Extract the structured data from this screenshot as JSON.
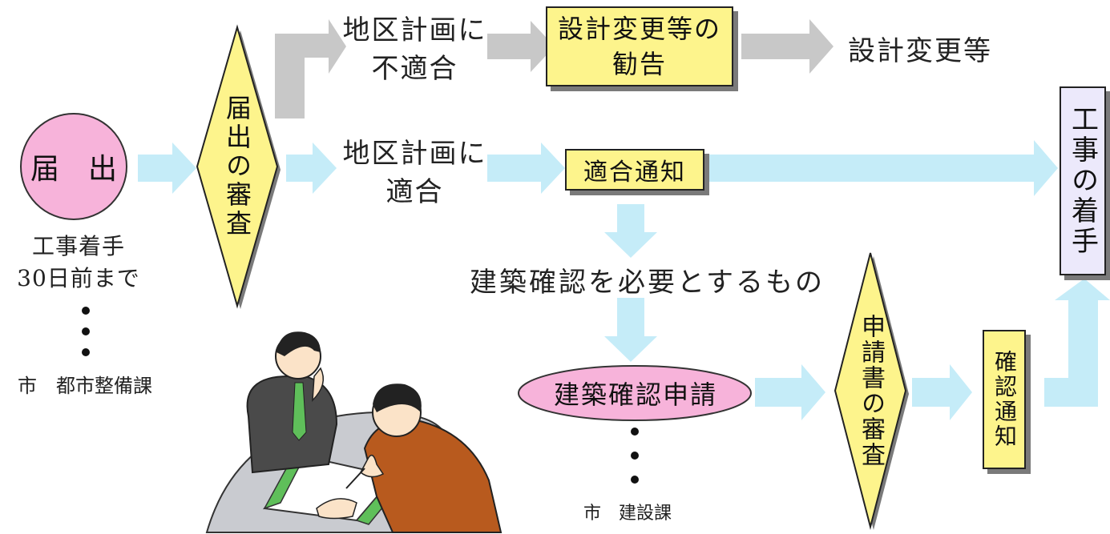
{
  "nodes": {
    "todokede": "届　出",
    "todokede_note_line1": "工事着手",
    "todokede_note_line2": "30日前まで",
    "todokede_dept": "市　都市整備課",
    "review": "届出の審査",
    "noncompliant_line1": "地区計画に",
    "noncompliant_line2": "不適合",
    "recommend_line1": "設計変更等の",
    "recommend_line2": "勧告",
    "design_change": "設計変更等",
    "compliant_line1": "地区計画に",
    "compliant_line2": "適合",
    "compliance_notice": "適合通知",
    "construction_start": "工事の着手",
    "needs_confirmation": "建築確認を必要とするもの",
    "confirmation_application": "建築確認申請",
    "application_dept": "市　建設課",
    "application_review": "申請書の審査",
    "confirmation_notice": "確認通知"
  },
  "colors": {
    "arrow_light_blue": "#c5ecf8",
    "arrow_gray": "#c8c8c8",
    "box_yellow": "#fdf48c",
    "circle_pink": "#f7b3da",
    "box_lavender": "#ece9fb",
    "shadow": "#7a7a7a"
  }
}
